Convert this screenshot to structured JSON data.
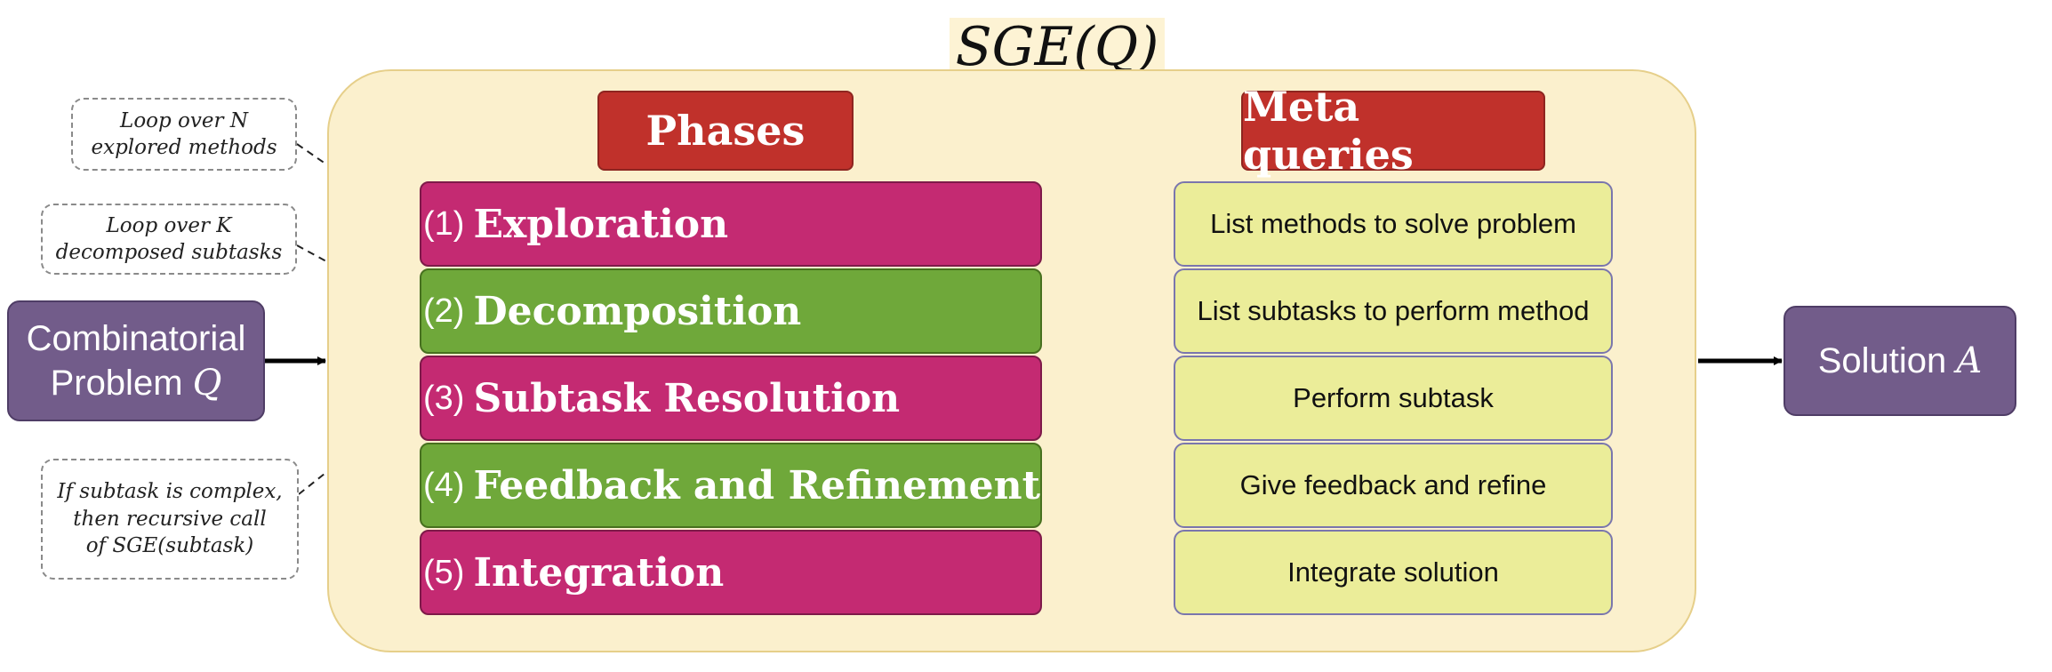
{
  "title": "SGE(Q)",
  "headers": {
    "phases": "Phases",
    "meta_queries": "Meta queries"
  },
  "phases": [
    {
      "num": "(1)",
      "name": "Exploration",
      "color": "#c42a72"
    },
    {
      "num": "(2)",
      "name": "Decomposition",
      "color": "#6fa83a"
    },
    {
      "num": "(3)",
      "name": "Subtask Resolution",
      "color": "#c42a72"
    },
    {
      "num": "(4)",
      "name": "Feedback and Refinement",
      "color": "#6fa83a"
    },
    {
      "num": "(5)",
      "name": "Integration",
      "color": "#c42a72"
    }
  ],
  "meta_queries": [
    "List methods to solve problem",
    "List subtasks to perform method",
    "Perform subtask",
    "Give feedback and refine",
    "Integrate solution"
  ],
  "notes": {
    "explore_loop": {
      "line1_prefix": "Loop over ",
      "line1_var": "N",
      "line2": "explored methods"
    },
    "decompose_loop": {
      "line1_prefix": "Loop over ",
      "line1_var": "K",
      "line2": "decomposed subtasks"
    },
    "recursion": {
      "line1": "If subtask is complex,",
      "line2": "then recursive call",
      "line3": "of SGE(subtask)"
    }
  },
  "input": {
    "line1": "Combinatorial",
    "line2_prefix": "Problem ",
    "line2_var": "Q"
  },
  "output": {
    "prefix": "Solution ",
    "var": "A"
  },
  "colors": {
    "container": "#fbf0cd",
    "header": "#c0312b",
    "phase_magenta": "#c42a72",
    "phase_green": "#6fa83a",
    "query": "#ebed99",
    "io": "#725c8a"
  }
}
